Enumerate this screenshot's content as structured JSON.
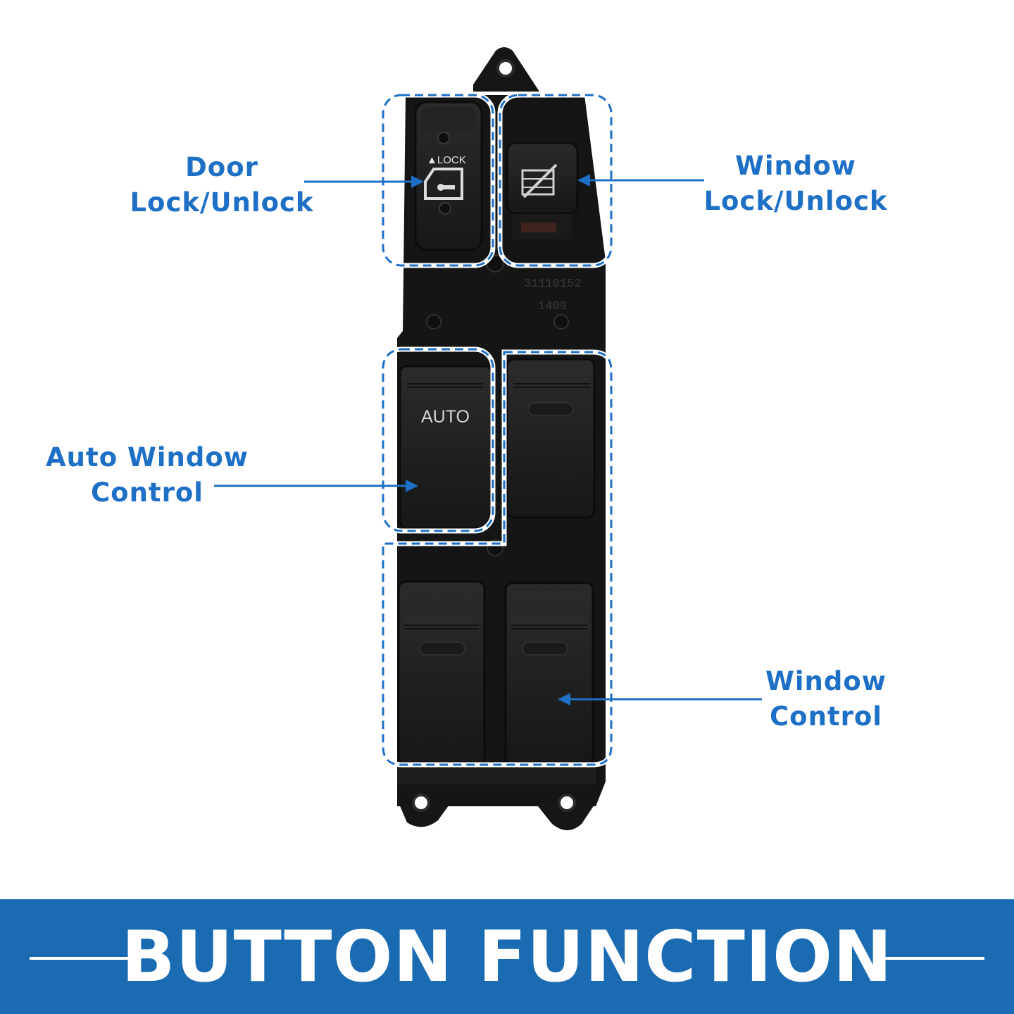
{
  "callouts": {
    "door_lock": [
      "Door",
      "Lock/Unlock"
    ],
    "window_lock": [
      "Window",
      "Lock/Unlock"
    ],
    "auto_window": [
      "Auto Window",
      "Control"
    ],
    "window_control": [
      "Window",
      "Control"
    ]
  },
  "switch_labels": {
    "lock": "▲LOCK",
    "auto": "AUTO",
    "part_number": "31110152",
    "date_code": "1409"
  },
  "banner": {
    "title": "BUTTON FUNCTION"
  },
  "colors": {
    "accent": "#1e6fc6",
    "banner": "#1b6bb3",
    "panel": "#151515"
  },
  "icons": {
    "door_lock": "door-lock-icon",
    "window_lock": "window-lock-icon"
  }
}
